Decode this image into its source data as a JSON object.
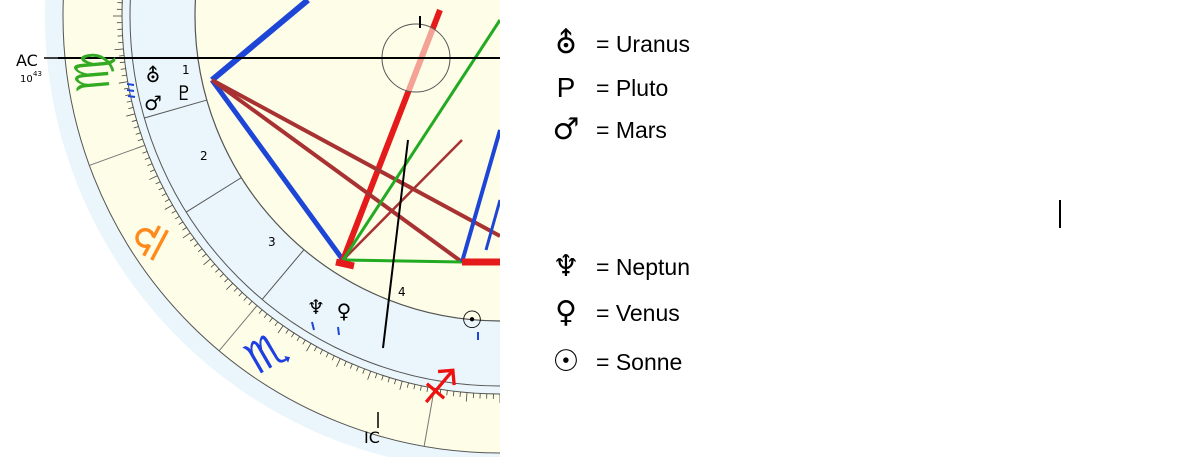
{
  "chart": {
    "angle_labels": {
      "ascendant": "AC",
      "ascendant_degree": "10",
      "ascendant_minute": "43",
      "imum_coeli": "IC"
    },
    "house_numbers": [
      "1",
      "2",
      "3",
      "4"
    ],
    "signs": [
      {
        "name": "Virgo",
        "glyph": "♍",
        "color": "#33aa22"
      },
      {
        "name": "Libra",
        "glyph": "♎",
        "color": "#ff8a1c"
      },
      {
        "name": "Scorpio",
        "glyph": "♏",
        "color": "#1f3fe0"
      },
      {
        "name": "Sagittarius",
        "glyph": "♐",
        "color": "#ee1111"
      }
    ],
    "planet_glyphs": {
      "uranus": "⛢",
      "pluto": "♇",
      "mars": "♂",
      "neptune": "♆",
      "venus": "♀",
      "sun": "☉"
    },
    "aspect_colors": {
      "red": "#e51a1a",
      "blue": "#1e46d6",
      "green": "#22aa22",
      "dark_red": "#a83232"
    },
    "ring_color": "#eaf6fb"
  },
  "legend": [
    {
      "glyph": "⛢",
      "label": "= Uranus"
    },
    {
      "glyph": "P",
      "label": "= Pluto"
    },
    {
      "glyph": "♂",
      "label": "= Mars"
    },
    {
      "glyph": "♆",
      "label": "= Neptun"
    },
    {
      "glyph": "♀",
      "label": "= Venus"
    },
    {
      "glyph": "☉",
      "label": "= Sonne"
    }
  ]
}
